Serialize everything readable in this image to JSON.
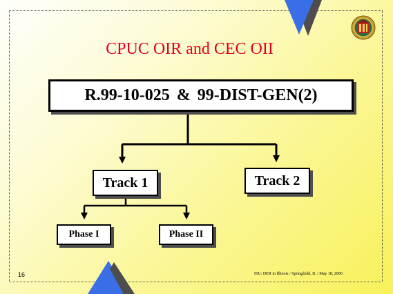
{
  "slide": {
    "title": "CPUC OIR and CEC OII",
    "page_number": "16",
    "footer": "ISU: DER in Illinois / Springfield, IL / May 18, 2000"
  },
  "diagram": {
    "main_box": "R.99-10-025 & 99-DIST-GEN(2)",
    "track1": "Track 1",
    "track2": "Track 2",
    "phase1": "Phase I",
    "phase2": "Phase II"
  },
  "colors": {
    "title": "#e0002a",
    "triangle_blue": "#3a6ee6",
    "triangle_shadow": "#4d4d4d",
    "background_start": "#fefefc",
    "background_end": "#f8f15a"
  },
  "icons": {
    "top_decoration": "blue-triangle-down-icon",
    "bottom_decoration": "blue-triangle-up-icon",
    "logo": "university-seal"
  }
}
